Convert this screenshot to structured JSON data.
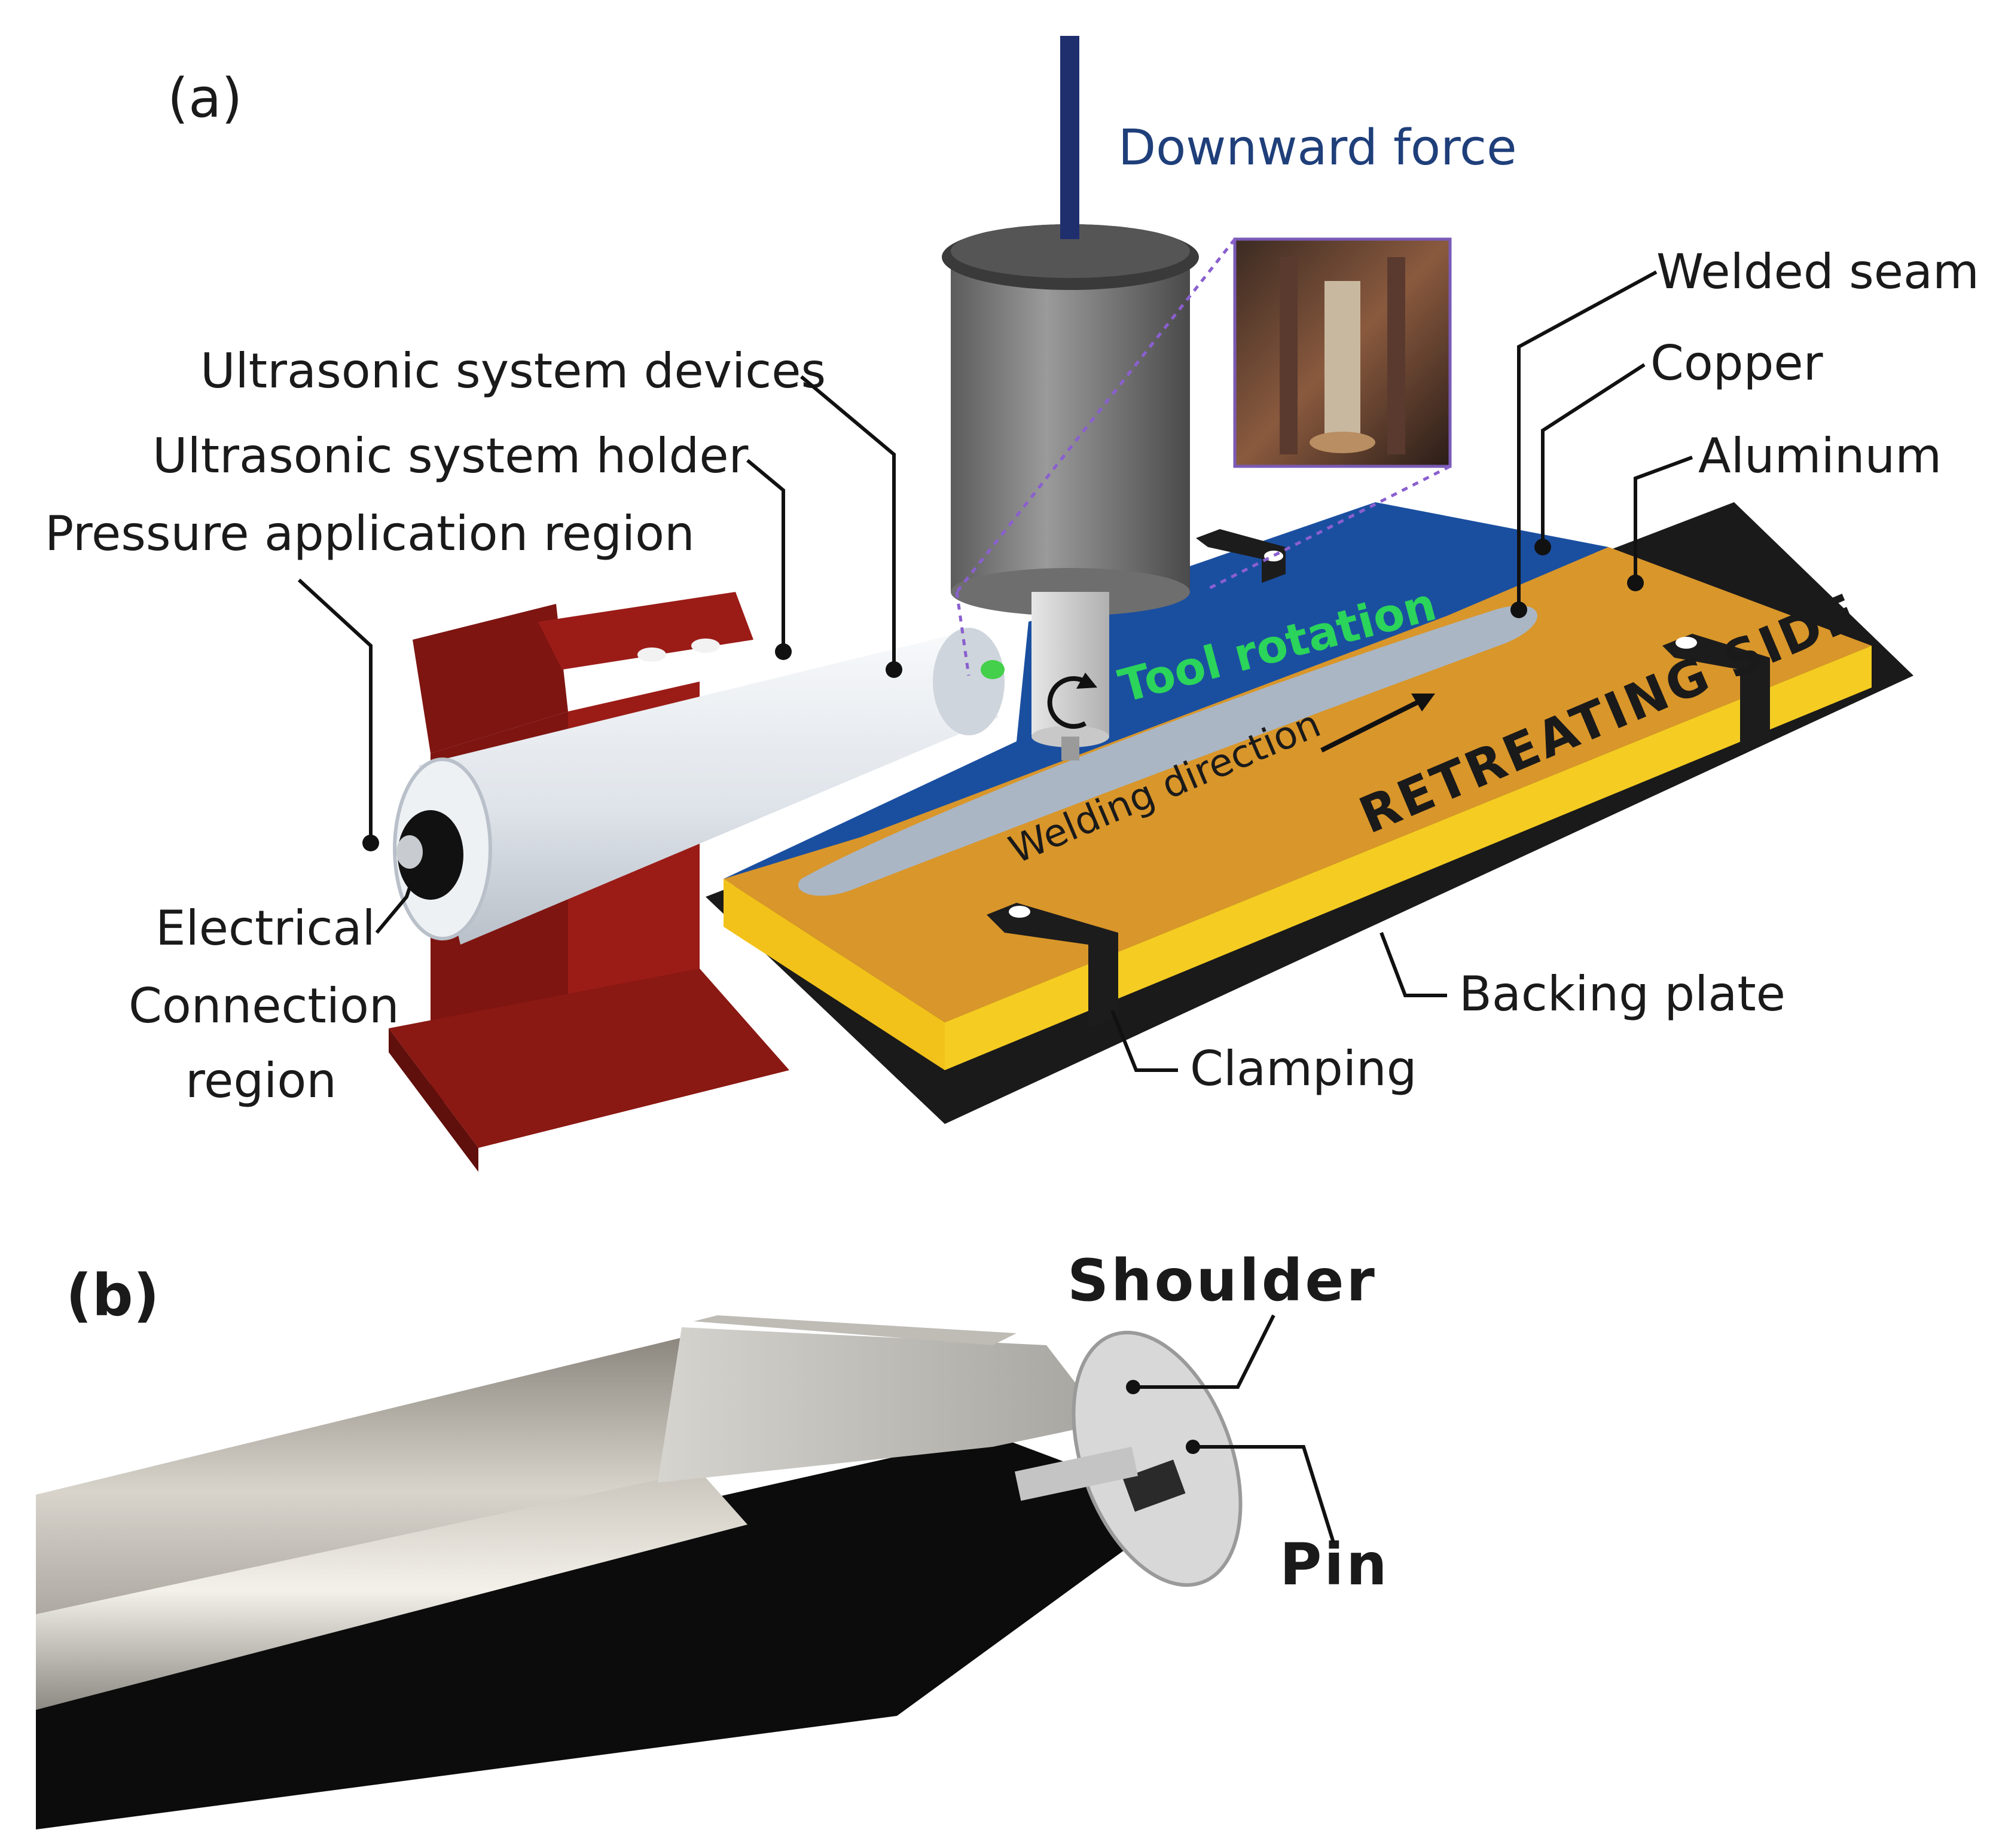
{
  "panel_a": {
    "label": "(a)",
    "labels": {
      "downward_force": "Downward force",
      "welded_seam": "Welded seam",
      "copper": "Copper",
      "aluminum": "Aluminum",
      "ultrasonic_devices": "Ultrasonic system devices",
      "ultrasonic_holder": "Ultrasonic system holder",
      "pressure_region": "Pressure application region",
      "electrical": "Electrical",
      "connection": "Connection",
      "region": "region",
      "backing_plate": "Backing plate",
      "clamping": "Clamping",
      "tool_rotation": "Tool rotation",
      "welding_direction": "Welding direction",
      "retreating_side": "RETREATING SIDE"
    },
    "colors": {
      "force_arrow": "#1f2f6e",
      "copper_plate": "#1a4fa0",
      "aluminum_plate": "#d9962a",
      "aluminum_edge": "#f2c21a",
      "holder": "#9b1c17",
      "ultrasonic_body": "#e8ecf0",
      "seam": "#aab6c4",
      "tool_rotation_text": "#2bd45a",
      "backing_plate": "#1a1a1a"
    }
  },
  "panel_b": {
    "label": "(b)",
    "labels": {
      "shoulder": "Shoulder",
      "pin": "Pin"
    }
  }
}
